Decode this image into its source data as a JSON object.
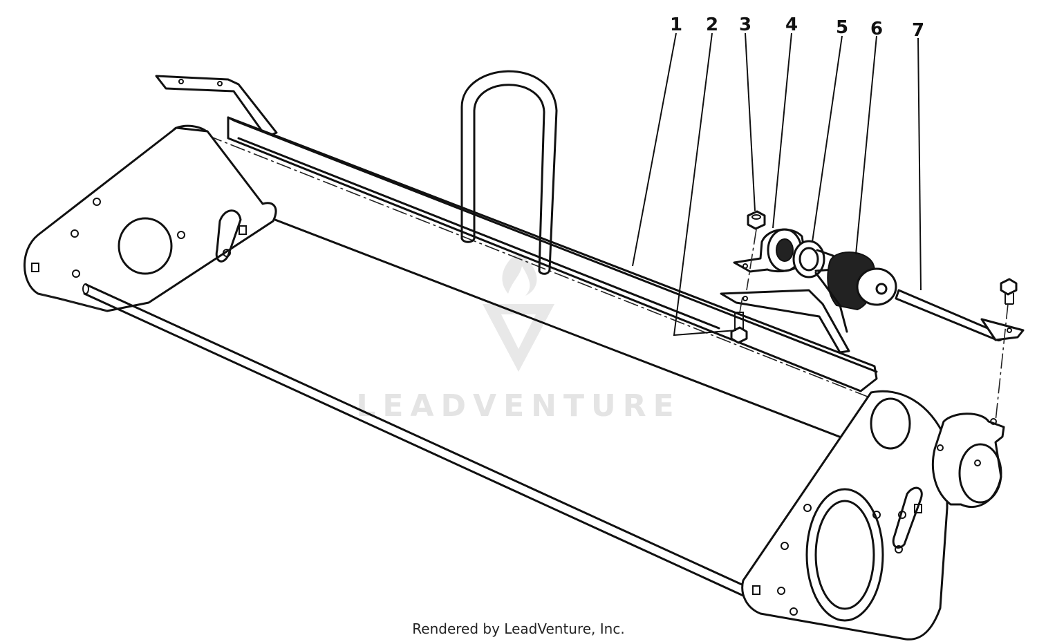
{
  "callouts": [
    {
      "id": "1",
      "label": "1"
    },
    {
      "id": "2",
      "label": "2"
    },
    {
      "id": "3",
      "label": "3"
    },
    {
      "id": "4",
      "label": "4"
    },
    {
      "id": "5",
      "label": "5"
    },
    {
      "id": "6",
      "label": "6"
    },
    {
      "id": "7",
      "label": "7"
    }
  ],
  "watermark": "LEADVENTURE",
  "credit": "Rendered by LeadVenture, Inc."
}
